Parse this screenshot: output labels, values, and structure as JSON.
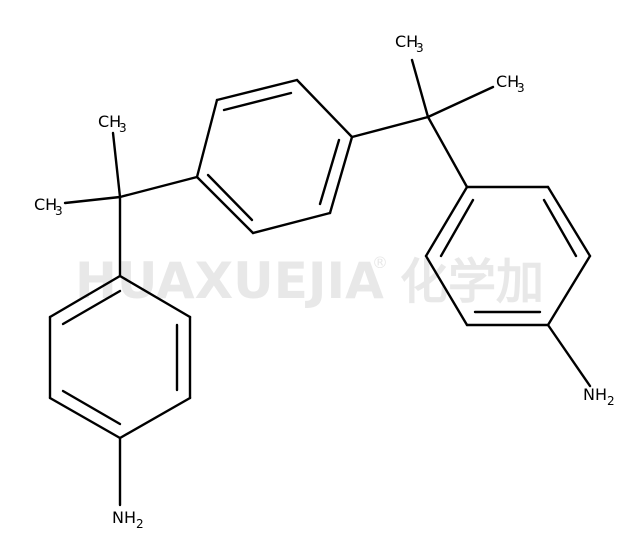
{
  "watermark": {
    "latin": "HUAXUEJIA",
    "registered": "®",
    "cjk": "化学加"
  },
  "labels": {
    "ch3_top_right_a": {
      "main": "CH",
      "sub": "3"
    },
    "ch3_top_right_b": {
      "main": "CH",
      "sub": "3"
    },
    "ch3_left_top": {
      "main": "CH",
      "sub": "3"
    },
    "ch3_left_bottom": {
      "main": "CH",
      "sub": "3"
    },
    "nh2_right": {
      "main": "NH",
      "sub": "2"
    },
    "nh2_bottom": {
      "main": "NH",
      "sub": "2"
    }
  },
  "colors": {
    "bond": "#000000",
    "watermark": "#e8e8e8"
  }
}
